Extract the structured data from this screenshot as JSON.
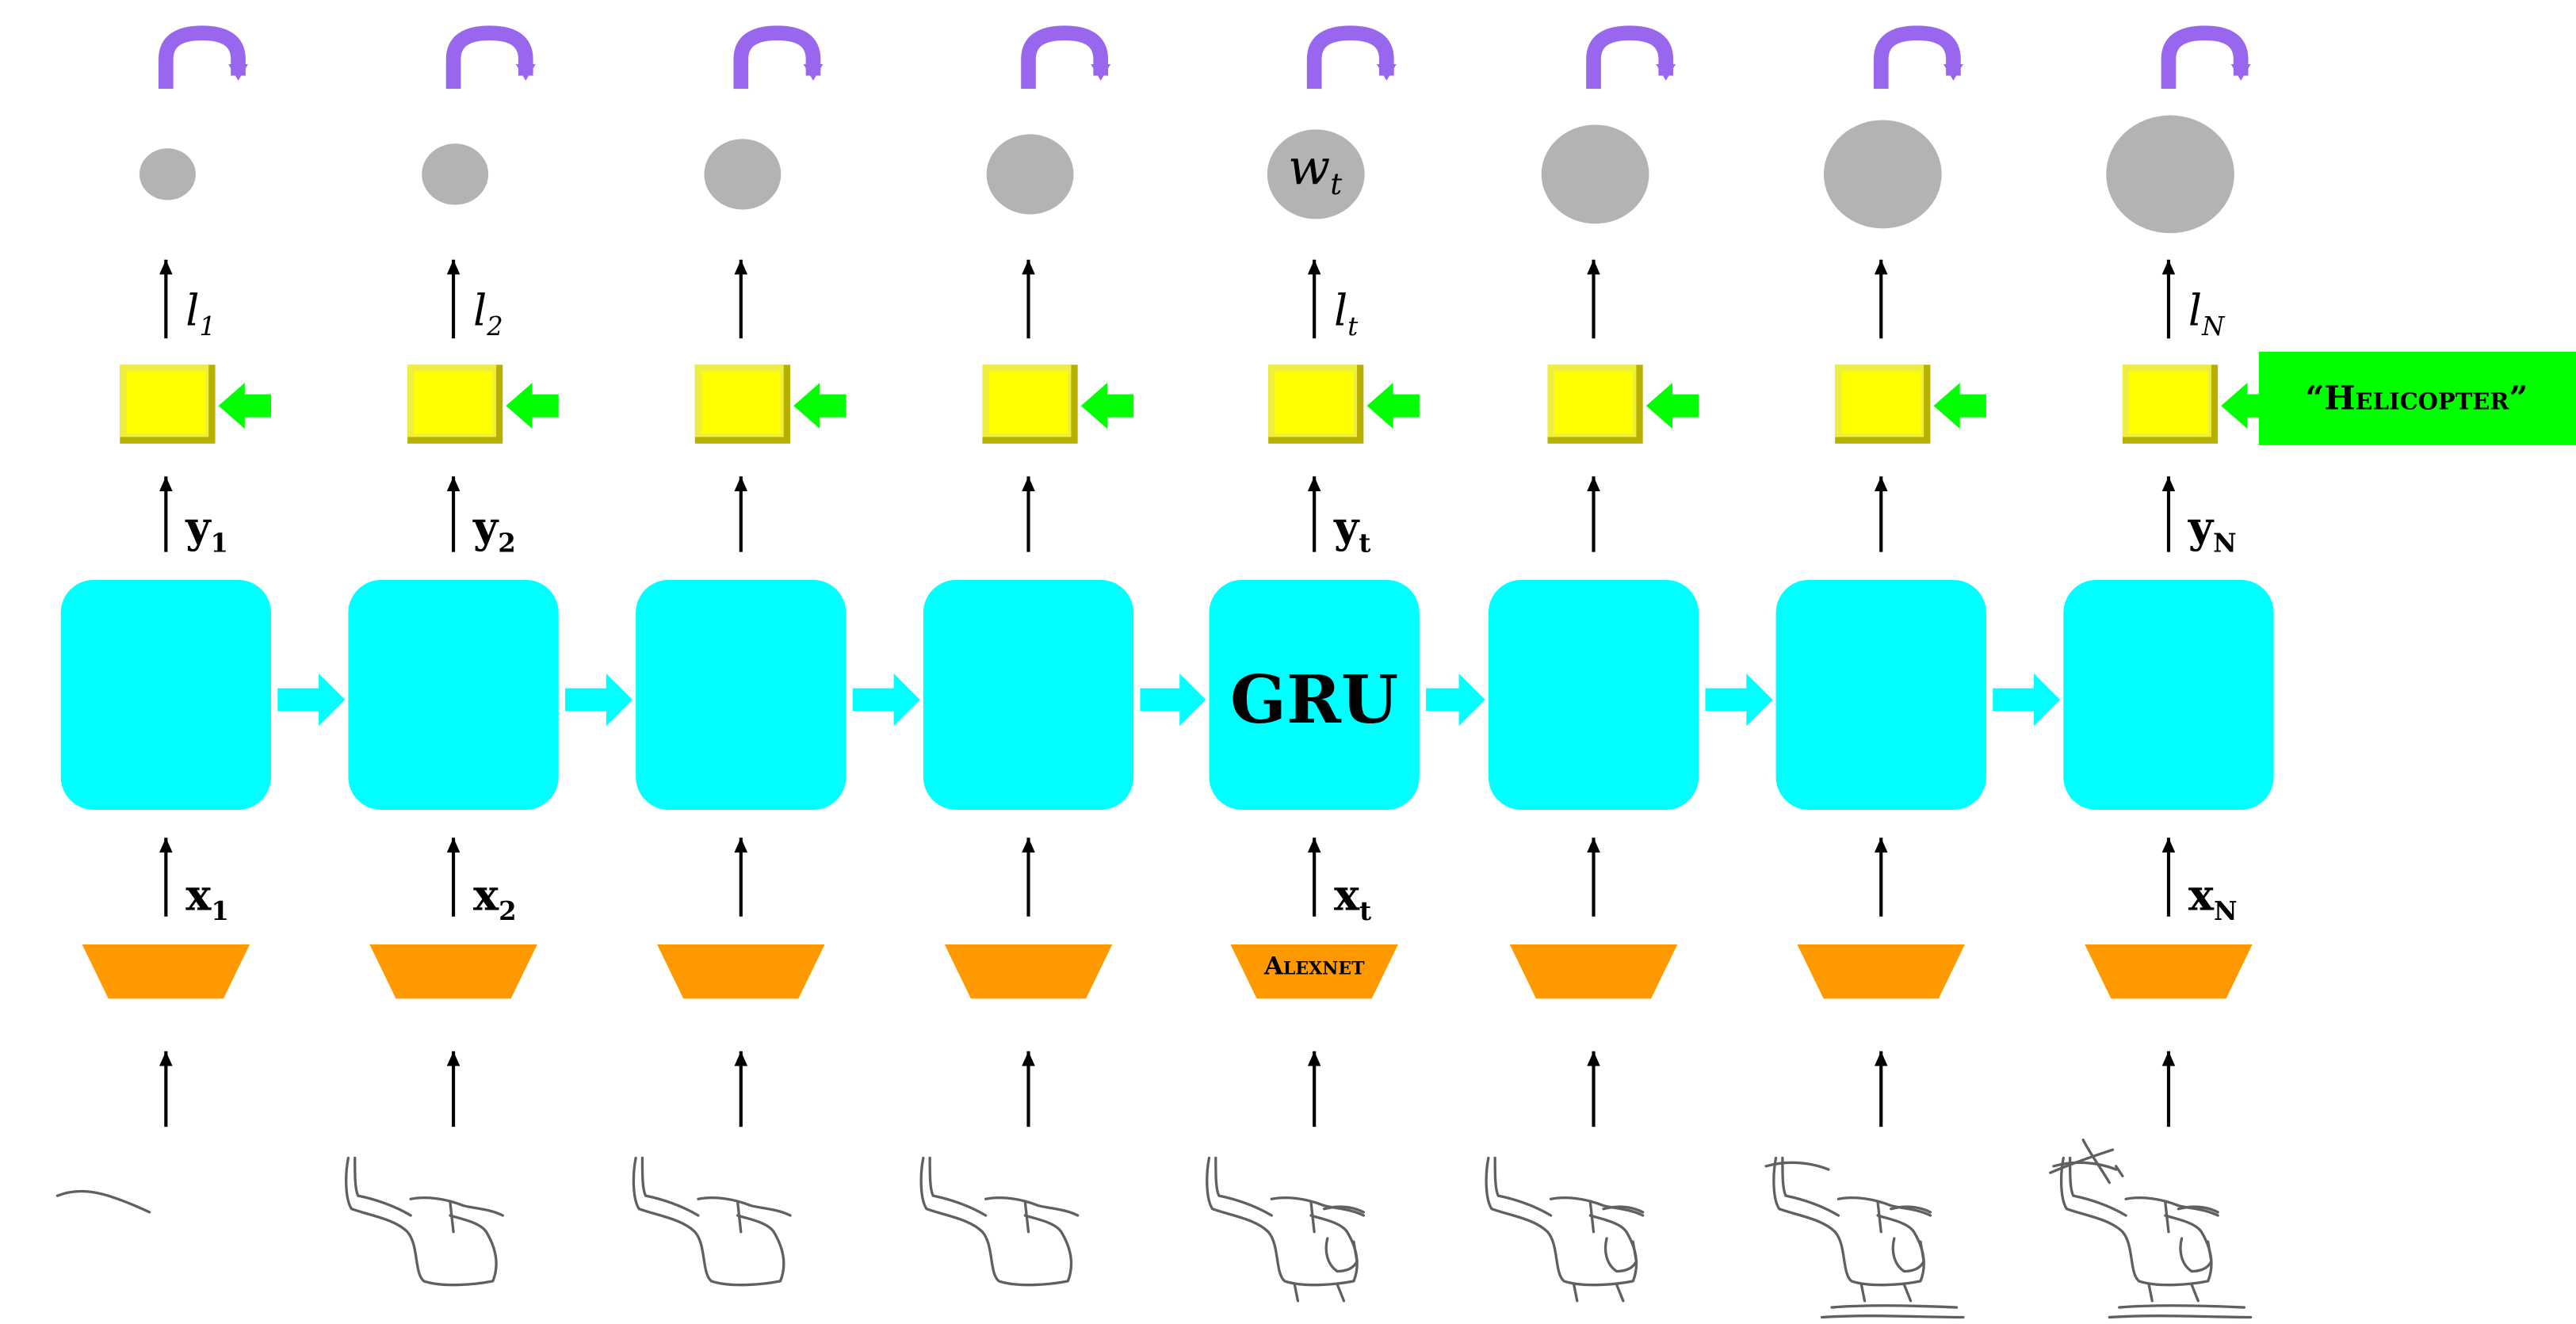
{
  "diagram": {
    "cnn_label": "Alexnet",
    "rnn_label": "GRU",
    "class_label": "“Helicopter”",
    "columns": [
      {
        "x": "x",
        "xs": "1",
        "y": "y",
        "ys": "1",
        "l": "l",
        "ls": "1",
        "w": "",
        "ws": "",
        "weight": 1
      },
      {
        "x": "x",
        "xs": "2",
        "y": "y",
        "ys": "2",
        "l": "l",
        "ls": "2",
        "w": "",
        "ws": "",
        "weight": 2
      },
      {
        "x": "",
        "xs": "",
        "y": "",
        "ys": "",
        "l": "",
        "ls": "",
        "w": "",
        "ws": "",
        "weight": 3
      },
      {
        "x": "",
        "xs": "",
        "y": "",
        "ys": "",
        "l": "",
        "ls": "",
        "w": "",
        "ws": "",
        "weight": 4
      },
      {
        "x": "x",
        "xs": "t",
        "y": "y",
        "ys": "t",
        "l": "l",
        "ls": "t",
        "w": "w",
        "ws": "t",
        "weight": 5
      },
      {
        "x": "",
        "xs": "",
        "y": "",
        "ys": "",
        "l": "",
        "ls": "",
        "w": "",
        "ws": "",
        "weight": 6
      },
      {
        "x": "",
        "xs": "",
        "y": "",
        "ys": "",
        "l": "",
        "ls": "",
        "w": "",
        "ws": "",
        "weight": 7
      },
      {
        "x": "x",
        "xs": "N",
        "y": "y",
        "ys": "N",
        "l": "l",
        "ls": "N",
        "w": "",
        "ws": "",
        "weight": 8
      }
    ],
    "colors": {
      "gru": "#00ffff",
      "cnn": "#ff9900",
      "loss_box": "#ffff00",
      "loss_box_shade": "#b8b000",
      "label_arrow": "#00ff00",
      "weight_circle": "#b3b3b3",
      "recurrence_arrow": "#9966ee",
      "sketch": "#606060",
      "arrow": "#000000"
    }
  }
}
